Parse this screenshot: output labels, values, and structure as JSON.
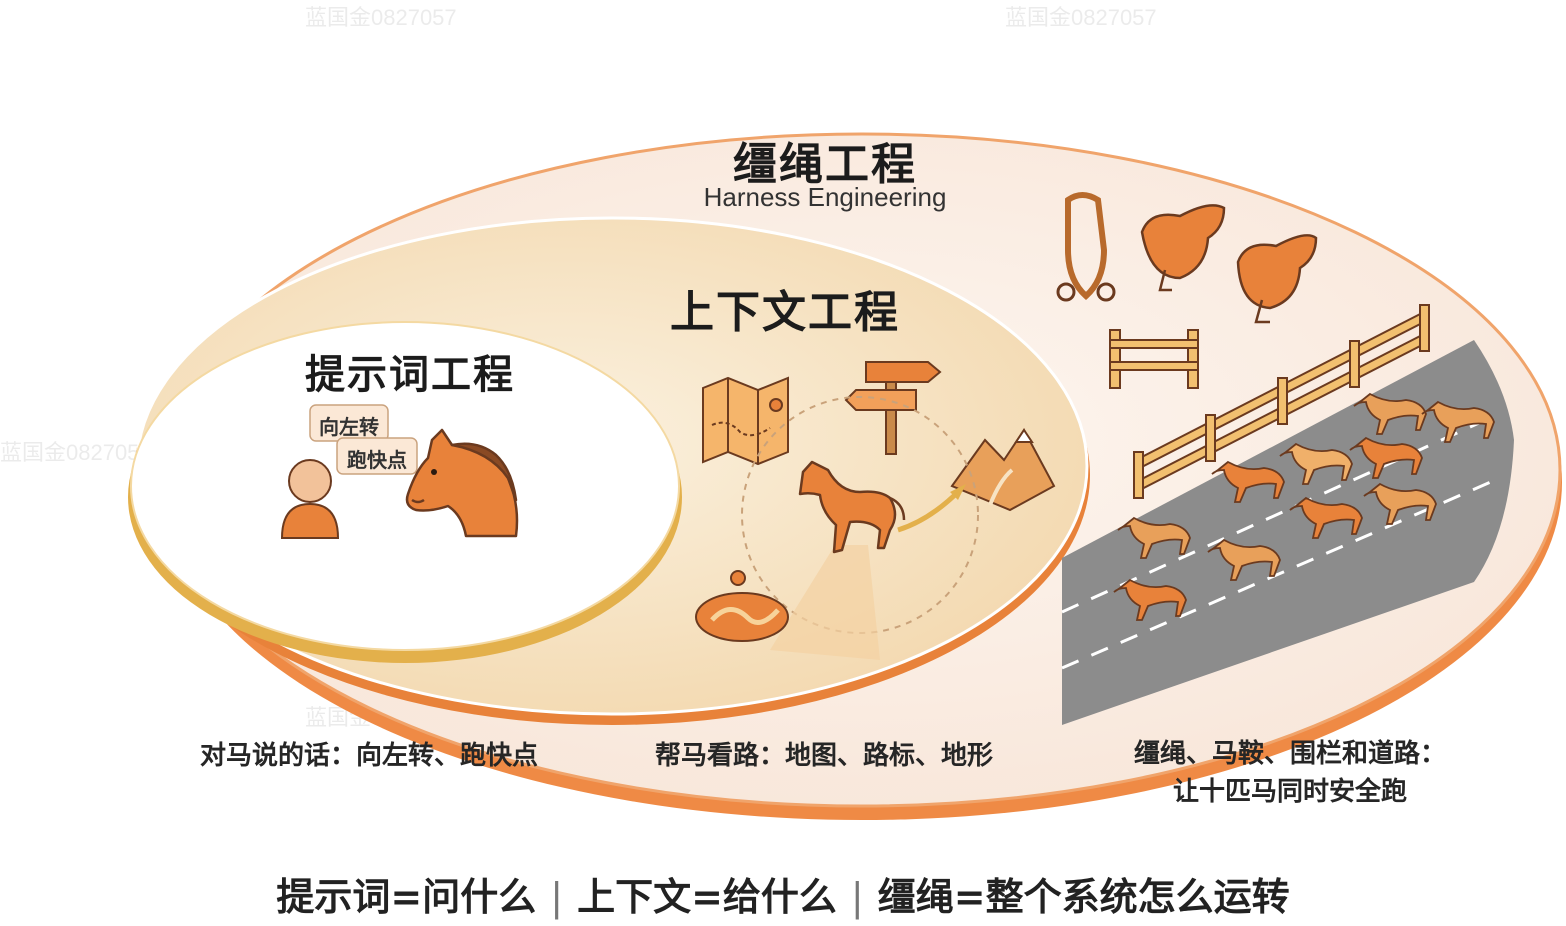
{
  "diagram": {
    "outer": {
      "title": "缰绳工程",
      "subtitle": "Harness Engineering",
      "caption_line1": "缰绳、马鞍、围栏和道路：",
      "caption_line2": "让十匹马同时安全跑"
    },
    "middle": {
      "title": "上下文工程",
      "caption": "帮马看路：地图、路标、地形"
    },
    "inner": {
      "title": "提示词工程",
      "caption": "对马说的话：向左转、跑快点",
      "bubble1": "向左转",
      "bubble2": "跑快点"
    },
    "footer": {
      "part1": "提示词=问什么",
      "part2": "上下文=给什么",
      "part3": "缰绳=整个系统怎么运转",
      "separator": "|"
    },
    "watermark": "蓝国金0827057"
  },
  "colors": {
    "accent_orange": "#e8823a",
    "outer_fill": "#fbf0e8",
    "middle_fill": "#f7e3c4",
    "gold_ring": "#e3b04b",
    "road": "#8c8c8c"
  },
  "icons": [
    "person-icon",
    "horse-head-icon",
    "map-icon",
    "signpost-icon",
    "mountain-icon",
    "running-horse-icon",
    "path-icon",
    "bridle-icon",
    "saddle-icon",
    "fence-icon",
    "road-icon",
    "herd-icon"
  ]
}
